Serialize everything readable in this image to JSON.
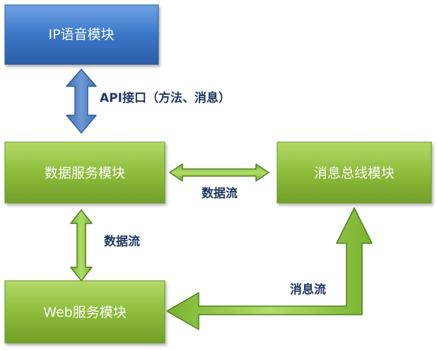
{
  "nodes": {
    "ip_voice": {
      "label": "IP语音模块"
    },
    "data_service": {
      "label": "数据服务模块"
    },
    "message_bus": {
      "label": "消息总线模块"
    },
    "web_service": {
      "label": "Web服务模块"
    }
  },
  "edges": {
    "api": {
      "label": "API接口（方法、消息）"
    },
    "data_flow_h": {
      "label": "数据流"
    },
    "data_flow_v": {
      "label": "数据流"
    },
    "message_flow": {
      "label": "消息流"
    }
  },
  "colors": {
    "blue_box": "#3b76c8",
    "green_box": "#8dbd3a",
    "blue_arrow": "#4a7ec0",
    "green_arrow": "#8cc63e",
    "label_text": "#1f3864"
  }
}
